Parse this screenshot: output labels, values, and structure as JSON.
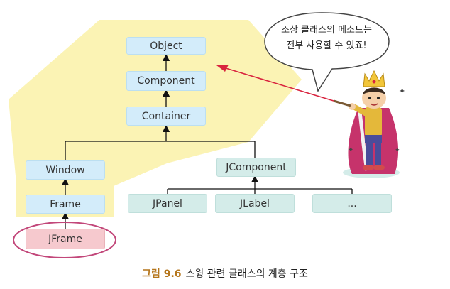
{
  "diagram": {
    "nodes": {
      "object": "Object",
      "component": "Component",
      "container": "Container",
      "window": "Window",
      "frame": "Frame",
      "jframe": "JFrame",
      "jcomponent": "JComponent",
      "jpanel": "JPanel",
      "jlabel": "JLabel",
      "more": "..."
    },
    "speech_bubble": {
      "line1": "조상 클래스의 메소드는",
      "line2": "전부 사용할 수 있죠!"
    },
    "caption": {
      "number": "그림 9.6",
      "text": "스윙 관련 클래스의 계층 구조"
    }
  },
  "colors": {
    "highlight": "#fbf3b4",
    "awt_box": "#d3ecfa",
    "swing_box": "#d4ece9",
    "jframe_box": "#f6c9ce",
    "jframe_ellipse": "#c2477a",
    "pointer_arrow": "#d9243f",
    "caption_number": "#b5761c"
  }
}
